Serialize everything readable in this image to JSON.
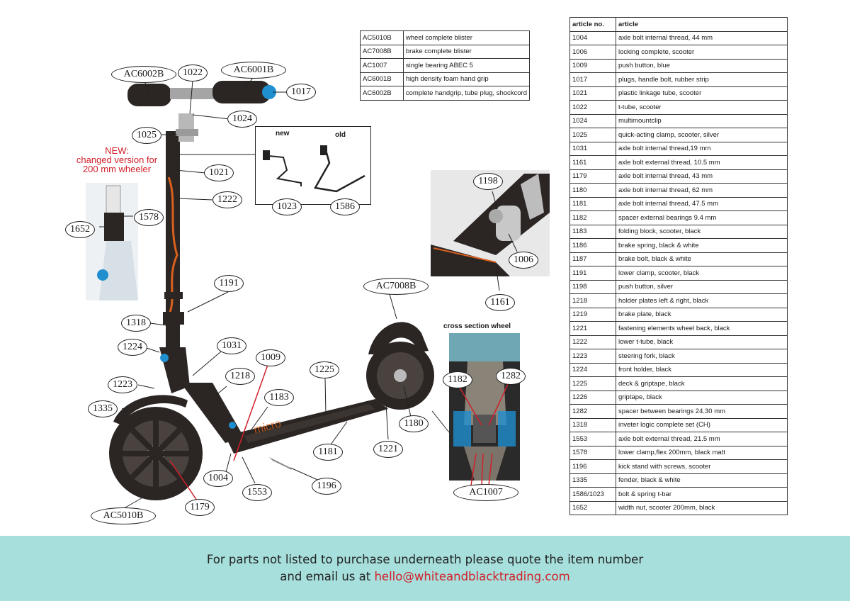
{
  "kit_table": [
    [
      "AC5010B",
      "wheel complete blister"
    ],
    [
      "AC7008B",
      "brake complete blister"
    ],
    [
      "AC1007",
      "single bearing ABEC 5"
    ],
    [
      "AC6001B",
      "high density foam hand grip"
    ],
    [
      "AC6002B",
      "complete handgrip, tube plug, shockcord"
    ]
  ],
  "article_table": {
    "headers": [
      "article no.",
      "article"
    ],
    "rows": [
      [
        "1004",
        "axle bolt internal thread, 44 mm"
      ],
      [
        "1006",
        "locking complete, scooter"
      ],
      [
        "1009",
        "push button, blue"
      ],
      [
        "1017",
        "plugs, handle bolt, rubber strip"
      ],
      [
        "1021",
        "plastic linkage tube, scooter"
      ],
      [
        "1022",
        "t-tube, scooter"
      ],
      [
        "1024",
        "multimountclip"
      ],
      [
        "1025",
        "quick-acting clamp, scooter, silver"
      ],
      [
        "1031",
        "axle bolt internal thread,19 mm"
      ],
      [
        "1161",
        "axle bolt external thread, 10.5 mm"
      ],
      [
        "1179",
        "axle bolt internal thread, 43 mm"
      ],
      [
        "1180",
        "axle bolt internal thread, 62 mm"
      ],
      [
        "1181",
        "axle bolt internal thread, 47.5 mm"
      ],
      [
        "1182",
        "spacer external bearings 9.4 mm"
      ],
      [
        "1183",
        "folding block, scooter, black"
      ],
      [
        "1186",
        "brake spring, black & white"
      ],
      [
        "1187",
        "brake bolt, black & white"
      ],
      [
        "1191",
        "lower clamp, scooter, black"
      ],
      [
        "1198",
        "push button, silver"
      ],
      [
        "1218",
        "holder plates left & right, black"
      ],
      [
        "1219",
        "brake plate, black"
      ],
      [
        "1221",
        "fastening elements wheel back, black"
      ],
      [
        "1222",
        "lower t-tube, black"
      ],
      [
        "1223",
        "steering fork, black"
      ],
      [
        "1224",
        "front holder, black"
      ],
      [
        "1225",
        "deck & griptape, black"
      ],
      [
        "1226",
        "griptape, black"
      ],
      [
        "1282",
        "spacer between bearings 24.30 mm"
      ],
      [
        "1318",
        "inveter logic complete set (CH)"
      ],
      [
        "1553",
        "axle bolt external thread, 21.5 mm"
      ],
      [
        "1578",
        "lower clamp,flex 200mm, black matt"
      ],
      [
        "1196",
        "kick stand with screws, scooter"
      ],
      [
        "1335",
        "fender, black & white"
      ],
      [
        "1586/1023",
        "bolt & spring t-bar"
      ],
      [
        "1652",
        "width nut, scooter 200mm, black"
      ]
    ]
  },
  "callouts": {
    "c_ac6002b": "AC6002B",
    "c_1022": "1022",
    "c_ac6001b": "AC6001B",
    "c_1017": "1017",
    "c_1024": "1024",
    "c_1025": "1025",
    "c_1021": "1021",
    "c_1222": "1222",
    "c_1578": "1578",
    "c_1652": "1652",
    "c_1191": "1191",
    "c_1318": "1318",
    "c_1224": "1224",
    "c_1031": "1031",
    "c_1009": "1009",
    "c_1218": "1218",
    "c_1223": "1223",
    "c_1335": "1335",
    "c_1183": "1183",
    "c_1225": "1225",
    "c_1004": "1004",
    "c_1553": "1553",
    "c_1179": "1179",
    "c_ac5010b": "AC5010B",
    "c_1181": "1181",
    "c_1221": "1221",
    "c_1196": "1196",
    "c_1180": "1180",
    "c_ac7008b": "AC7008B",
    "c_1198": "1198",
    "c_1006": "1006",
    "c_1161": "1161",
    "c_1023": "1023",
    "c_1586": "1586",
    "c_1182": "1182",
    "c_1282": "1282",
    "c_ac1007": "AC1007"
  },
  "new_note": "NEW:\nchanged version for\n200 mm wheeler",
  "inset_labels": {
    "new": "new",
    "old": "old"
  },
  "cross_section_title": "cross section wheel",
  "footer": {
    "line1": "For parts not listed to purchase underneath please quote the item number",
    "line2_prefix": "and email us at ",
    "email": "hello@whiteandblacktrading.com"
  },
  "colors": {
    "footer_bg": "#a6dfdc",
    "accent_red": "#d1202a",
    "frame": "#2b2523",
    "orange_graphic": "#d9611e",
    "blue_button": "#1f8fd0"
  }
}
